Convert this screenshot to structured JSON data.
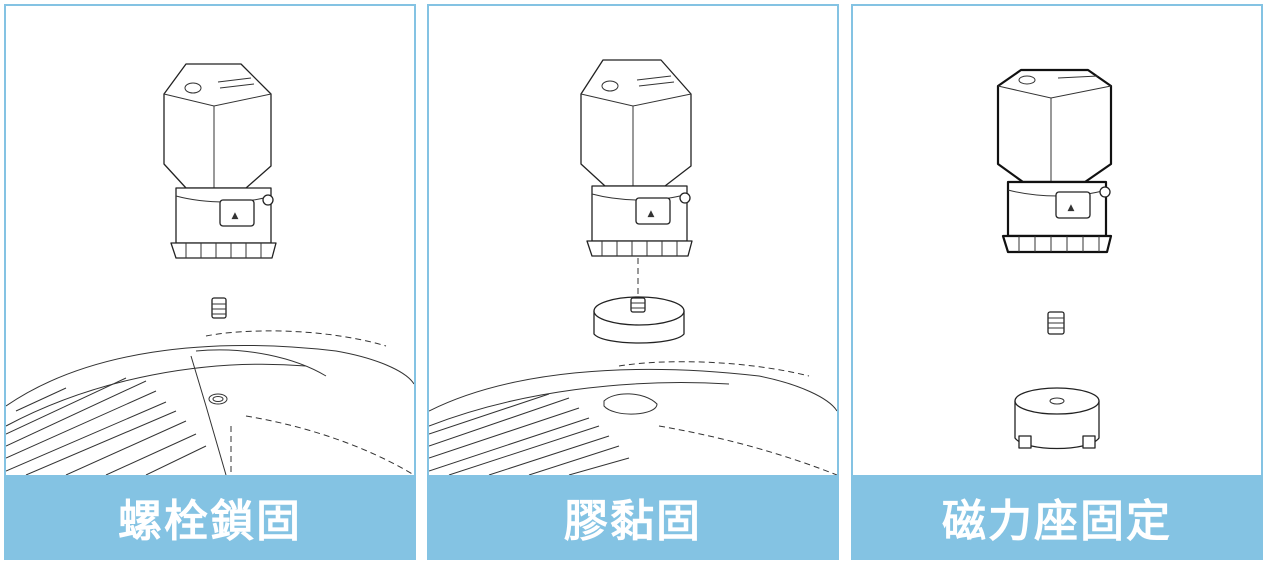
{
  "accent_color": "#84c3e3",
  "panels": [
    {
      "caption": "螺栓鎖固",
      "illustration": "sensor-bolt-mount"
    },
    {
      "caption": "膠黏固",
      "illustration": "sensor-adhesive-mount"
    },
    {
      "caption": "磁力座固定",
      "illustration": "sensor-magnetic-mount"
    }
  ]
}
